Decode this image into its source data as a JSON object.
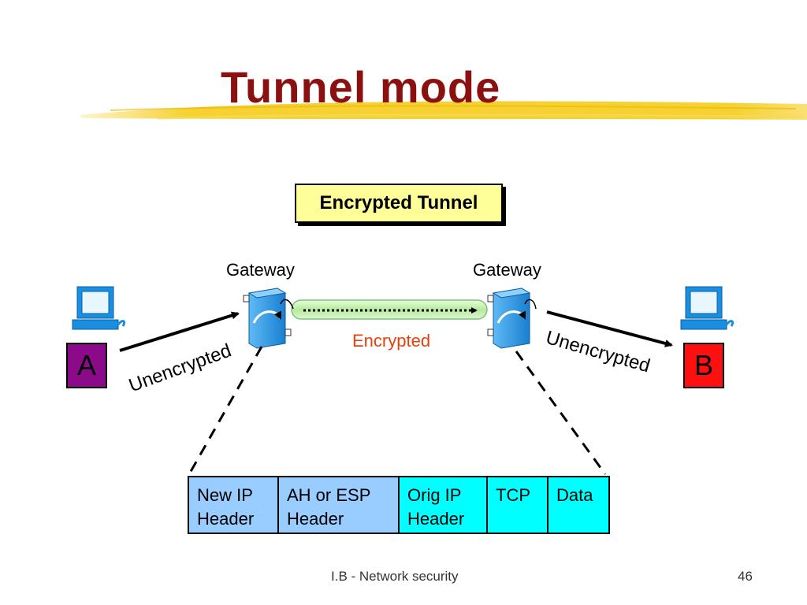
{
  "slide": {
    "title": "Tunnel mode",
    "tunnel_label": "Encrypted Tunnel",
    "gateway_left": "Gateway",
    "gateway_right": "Gateway",
    "encrypted_label": "Encrypted",
    "unencrypted_left": "Unencrypted",
    "unencrypted_right": "Unencrypted",
    "host_a": "A",
    "host_b": "B",
    "footer": "I.B - Network security",
    "page_number": "46"
  },
  "packet": {
    "cells": [
      {
        "line1": "New IP",
        "line2": "Header"
      },
      {
        "line1": "AH or ESP",
        "line2": "Header"
      },
      {
        "line1": "Orig IP",
        "line2": "Header"
      },
      {
        "line1": "TCP",
        "line2": ""
      },
      {
        "line1": "Data",
        "line2": ""
      }
    ]
  },
  "colors": {
    "title": "#8b1010",
    "highlight_stroke": "#f5cc1a",
    "tunnel_box": "#ffff99",
    "encrypted_text": "#e8400c",
    "host_a": "#8a0a8a",
    "host_b": "#ff1010",
    "gateway": "#1a8fe0",
    "packet_outer": "#99ccff",
    "packet_inner": "#00ffff"
  }
}
